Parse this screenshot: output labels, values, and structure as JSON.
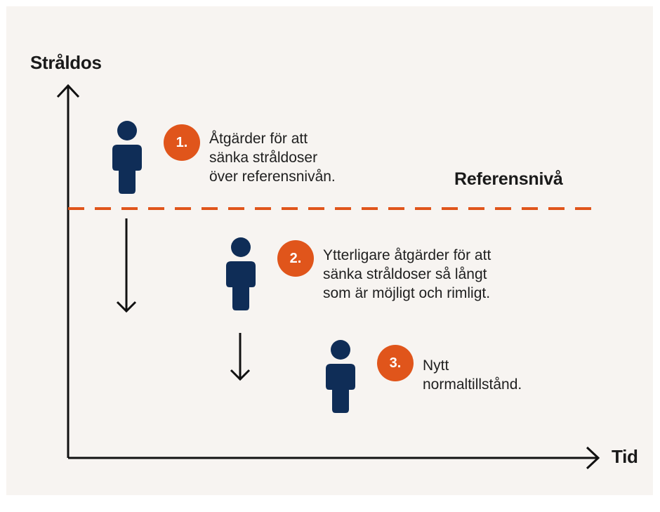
{
  "y_axis_label": "Stråldos",
  "x_axis_label": "Tid",
  "reference_label": "Referensnivå",
  "colors": {
    "background": "#f7f4f1",
    "accent_orange": "#e0551b",
    "person_navy": "#0f2d57",
    "line_dark": "#111111"
  },
  "icons": [
    "person-icon",
    "down-arrow-icon"
  ],
  "steps": [
    {
      "number": "1.",
      "text": "Åtgärder för att\nsänka stråldoser\növer referensnivån."
    },
    {
      "number": "2.",
      "text": "Ytterligare åtgärder för att\nsänka stråldoser så långt\nsom är möjligt och rimligt."
    },
    {
      "number": "3.",
      "text": "Nytt\nnormaltillstånd."
    }
  ]
}
